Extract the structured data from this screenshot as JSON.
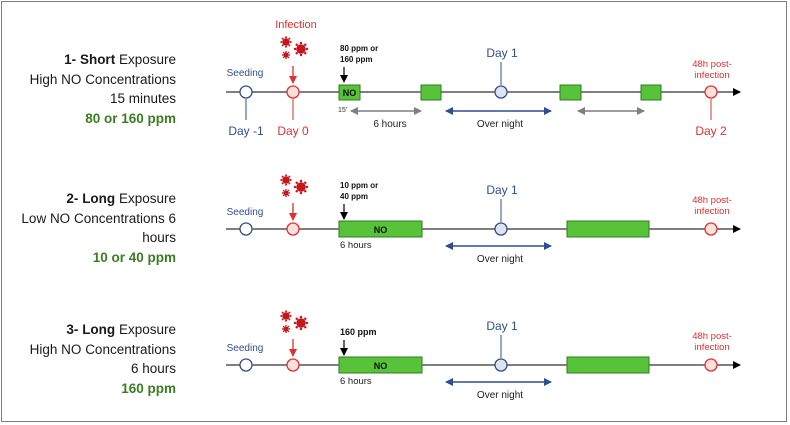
{
  "rows": [
    {
      "number": "1-",
      "duration_word": "Short",
      "exposure_word": "Exposure",
      "line2": "High NO Concentrations",
      "line3": "15 minutes",
      "line4": "",
      "concentration": "80 or 160 ppm",
      "seeding_label": "Seeding",
      "infection_label": "Infection",
      "dose_label": "80 ppm or 160 ppm",
      "no_label": "NO",
      "duration_note": "15'",
      "day1_label": "Day 1",
      "post_label": "48h post- infection",
      "day_minus1_label": "Day -1",
      "day0_label": "Day 0",
      "day2_label": "Day 2",
      "interval_label": "6 hours",
      "overnight_label": "Over night"
    },
    {
      "number": "2-",
      "duration_word": "Long",
      "exposure_word": "Exposure",
      "line2": "Low NO Concentrations 6",
      "line3": "hours",
      "line4": "",
      "concentration": "10 or 40 ppm",
      "seeding_label": "Seeding",
      "dose_label": "10 ppm or 40 ppm",
      "no_label": "NO",
      "duration_note": "6 hours",
      "day1_label": "Day 1",
      "post_label": "48h post- infection",
      "overnight_label": "Over night"
    },
    {
      "number": "3-",
      "duration_word": "Long",
      "exposure_word": "Exposure",
      "line2": "High NO Concentrations",
      "line3": "6 hours",
      "line4": "",
      "concentration": "160 ppm",
      "seeding_label": "Seeding",
      "dose_label": "160 ppm",
      "no_label": "NO",
      "duration_note": "6 hours",
      "day1_label": "Day 1",
      "post_label": "48h post- infection",
      "overnight_label": "Over night"
    }
  ],
  "colors": {
    "blue": "#2e4f8f",
    "red": "#e03030",
    "green": "#57c23a",
    "green_border": "#2d7d1f",
    "green_text": "#3a7d22",
    "gray_arrow": "#7f7f7f",
    "virus": "#c8151b",
    "line": "#333333"
  }
}
